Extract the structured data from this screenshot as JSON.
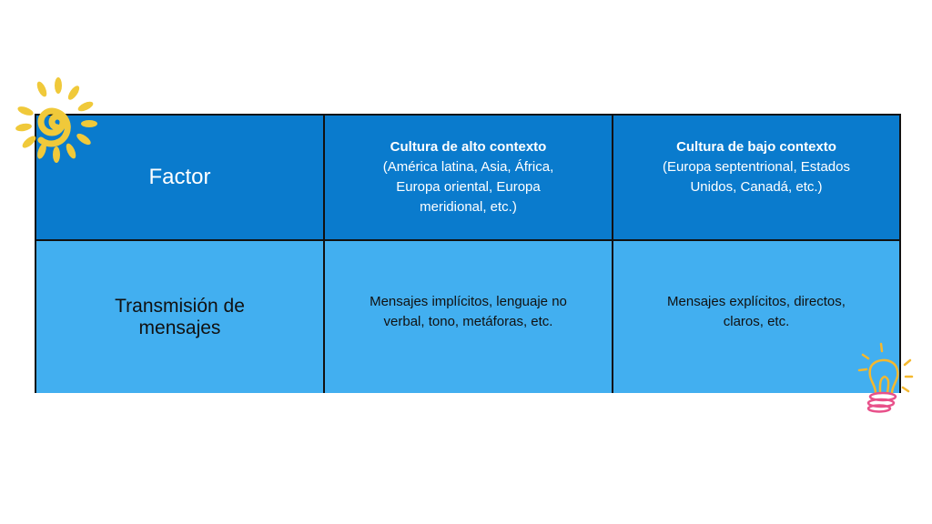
{
  "table": {
    "header": {
      "factor": "Factor",
      "high": {
        "title": "Cultura de alto contexto",
        "subtitle": "(América latina, Asia, África, Europa oriental, Europa meridional, etc.)"
      },
      "low": {
        "title": "Cultura de bajo contexto",
        "subtitle": "(Europa septentrional, Estados Unidos, Canadá, etc.)"
      }
    },
    "rows": [
      {
        "factor": "Transmisión de mensajes",
        "high": "Mensajes implícitos, lenguaje no verbal, tono, metáforas, etc.",
        "low": "Mensajes  explícitos, directos, claros, etc."
      }
    ]
  },
  "colors": {
    "header": "#0a7bcd",
    "body": "#42aff0",
    "sun": "#f0c93a",
    "bulb": "#f5b82e",
    "bulb_base": "#e8508a"
  }
}
